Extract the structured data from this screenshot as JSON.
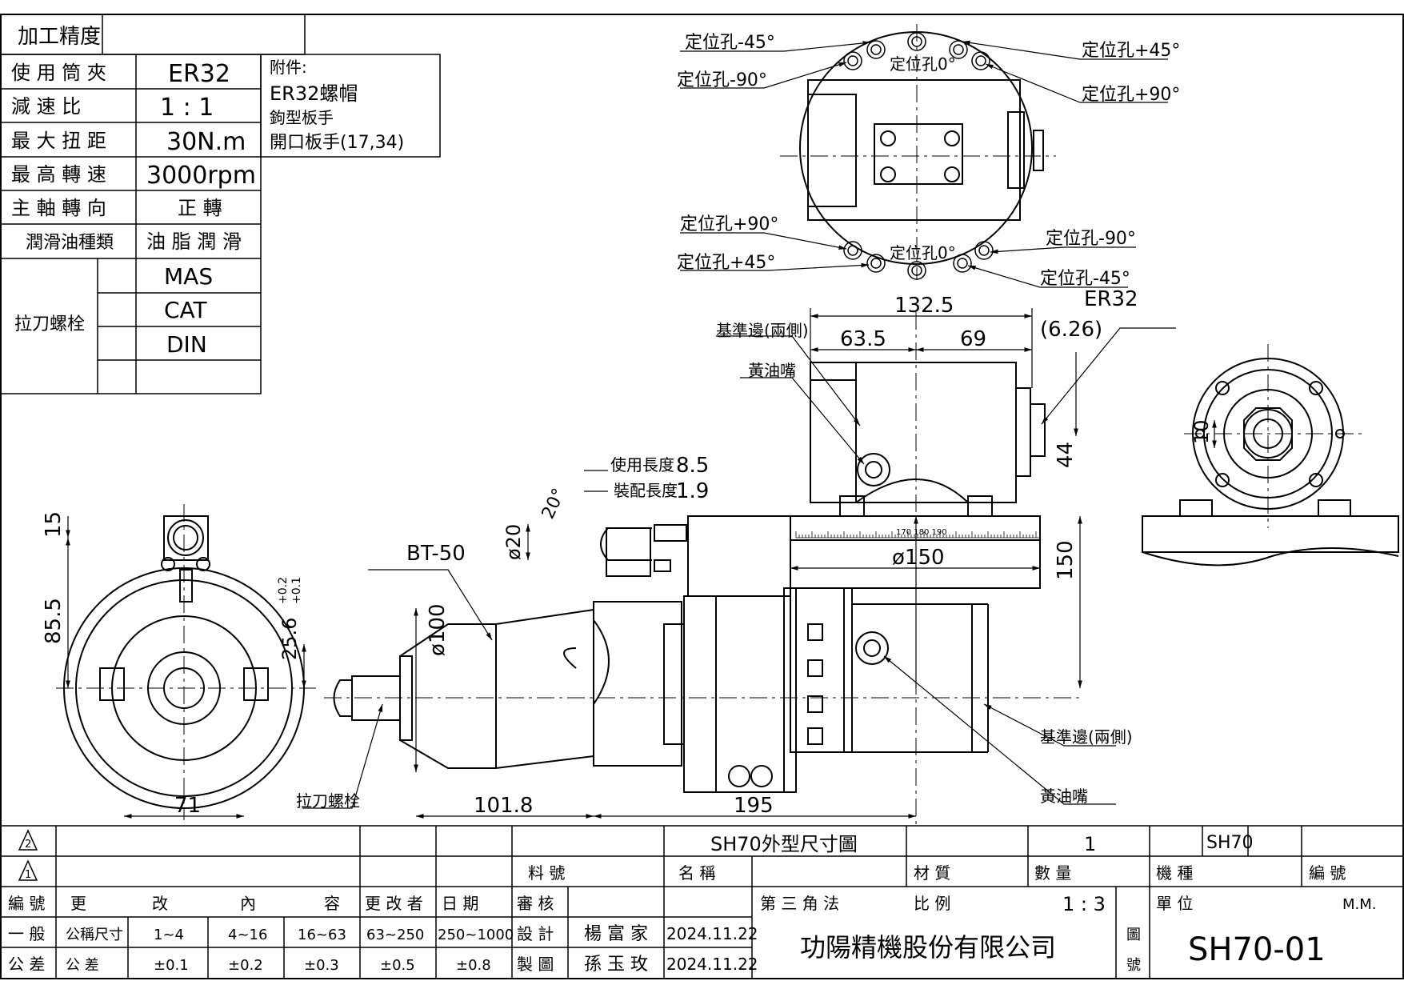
{
  "spec_table": {
    "accuracy_label": "加工精度",
    "rows": [
      {
        "label": "使 用 筒 夾",
        "value": "ER32"
      },
      {
        "label": "減  速  比",
        "value": "1 : 1"
      },
      {
        "label": "最 大 扭 距",
        "value": "30N.m"
      },
      {
        "label": "最 高 轉 速",
        "value": "3000rpm"
      },
      {
        "label": "主 軸 轉 向",
        "value": "正  轉"
      },
      {
        "label": "潤滑油種類",
        "value": "油 脂 潤 滑"
      }
    ],
    "pull_stud_label": "拉刀螺栓",
    "pull_stud_options": [
      "MAS",
      "CAT",
      "DIN"
    ]
  },
  "accessories": {
    "title": "附件:",
    "lines": [
      "ER32螺帽",
      "鉤型板手",
      "開口板手(17,34)"
    ]
  },
  "annotations": {
    "hole_m45": "定位孔-45°",
    "hole_m90": "定位孔-90°",
    "hole_0": "定位孔0°",
    "hole_p45": "定位孔+45°",
    "hole_p90": "定位孔+90°",
    "ref_edge": "基準邊(兩側)",
    "grease_nipple": "黃油嘴",
    "use_length": "使用長度",
    "assembly_length": "裝配長度",
    "collet": "ER32",
    "taper": "BT-50",
    "pull_stud": "拉刀螺栓",
    "scale_text": "170 180 190"
  },
  "dimensions": {
    "d132_5": "132.5",
    "d63_5": "63.5",
    "d69": "69",
    "d6_26": "(6.26)",
    "d44": "44",
    "d10": "10",
    "d8_5": "8.5",
    "d1_9": "1.9",
    "d20deg": "20°",
    "d20": "ø20",
    "d150dia": "ø150",
    "d150": "150",
    "d100": "ø100",
    "d101_8": "101.8",
    "d195": "195",
    "d15": "15",
    "d85_5": "85.5",
    "d25_6": "25.6",
    "d25_6_tol_up": "+0.2",
    "d25_6_tol_dn": "+0.1",
    "d71": "71"
  },
  "title_block": {
    "rev2": "2",
    "rev1": "1",
    "drawing_name": "SH70外型尺寸圖",
    "quantity": "1",
    "model": "SH70",
    "part_no_label": "料              號",
    "name_label": "名                        稱",
    "material_label": "材        質",
    "qty_label": "數          量",
    "machine_label": "機              種",
    "number_label": "編            號",
    "rev_no_label": "編 號",
    "change_label": "更",
    "change_label2": "改",
    "change_label3": "內",
    "change_label4": "容",
    "changer_label": "更 改 者",
    "date_label": "日    期",
    "review_label": "審  核",
    "third_angle": "第  三  角  法",
    "scale_label": "比          例",
    "scale_value": "1 : 3",
    "unit_label": "單              位",
    "unit_value": "M.M.",
    "general_tol": [
      "一 般",
      "公 差"
    ],
    "nominal_label": "公稱尺寸",
    "tol_label": "公    差",
    "ranges": [
      "1~4",
      "4~16",
      "16~63",
      "63~250",
      "250~1000"
    ],
    "tolerances": [
      "±0.1",
      "±0.2",
      "±0.3",
      "±0.5",
      "±0.8"
    ],
    "design_label": "設  計",
    "drawn_label": "製  圖",
    "designer": "楊 富 家",
    "drafter": "孫 玉 玫",
    "design_date": "2024.11.22",
    "drawn_date": "2024.11.22",
    "company": "功陽精機股份有限公司",
    "drawing_no_label": [
      "圖",
      "號"
    ],
    "drawing_no": "SH70-01"
  }
}
